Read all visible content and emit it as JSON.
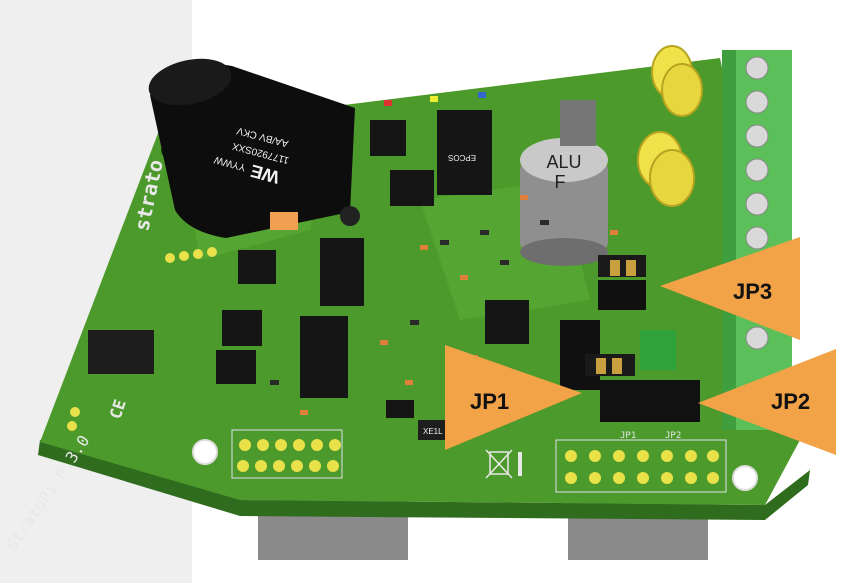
{
  "callouts": [
    {
      "id": "jp3",
      "label": "JP3"
    },
    {
      "id": "jp1",
      "label": "JP1"
    },
    {
      "id": "jp2",
      "label": "JP2"
    }
  ],
  "board": {
    "silkscreen_name": "StratoPi R.3.0",
    "logo_text": "strato",
    "header_labels": {
      "jp1": "JP1",
      "jp2": "JP2"
    }
  },
  "components": {
    "capacitor": {
      "line1": "ALU",
      "line2": "F"
    },
    "inductor": {
      "brand": "WE",
      "line1": "YYWW",
      "line2": "1177920SXX",
      "line3": "AA/BV CKV"
    },
    "epcos_label": "EPCOS",
    "ic_label": "XE1L"
  },
  "colors": {
    "pcb": "#4d9a2c",
    "pcb_dark": "#2f6c1d",
    "callout": "#f2a247",
    "terminal": "#5cc05a",
    "varistor": "#f0e04a"
  }
}
